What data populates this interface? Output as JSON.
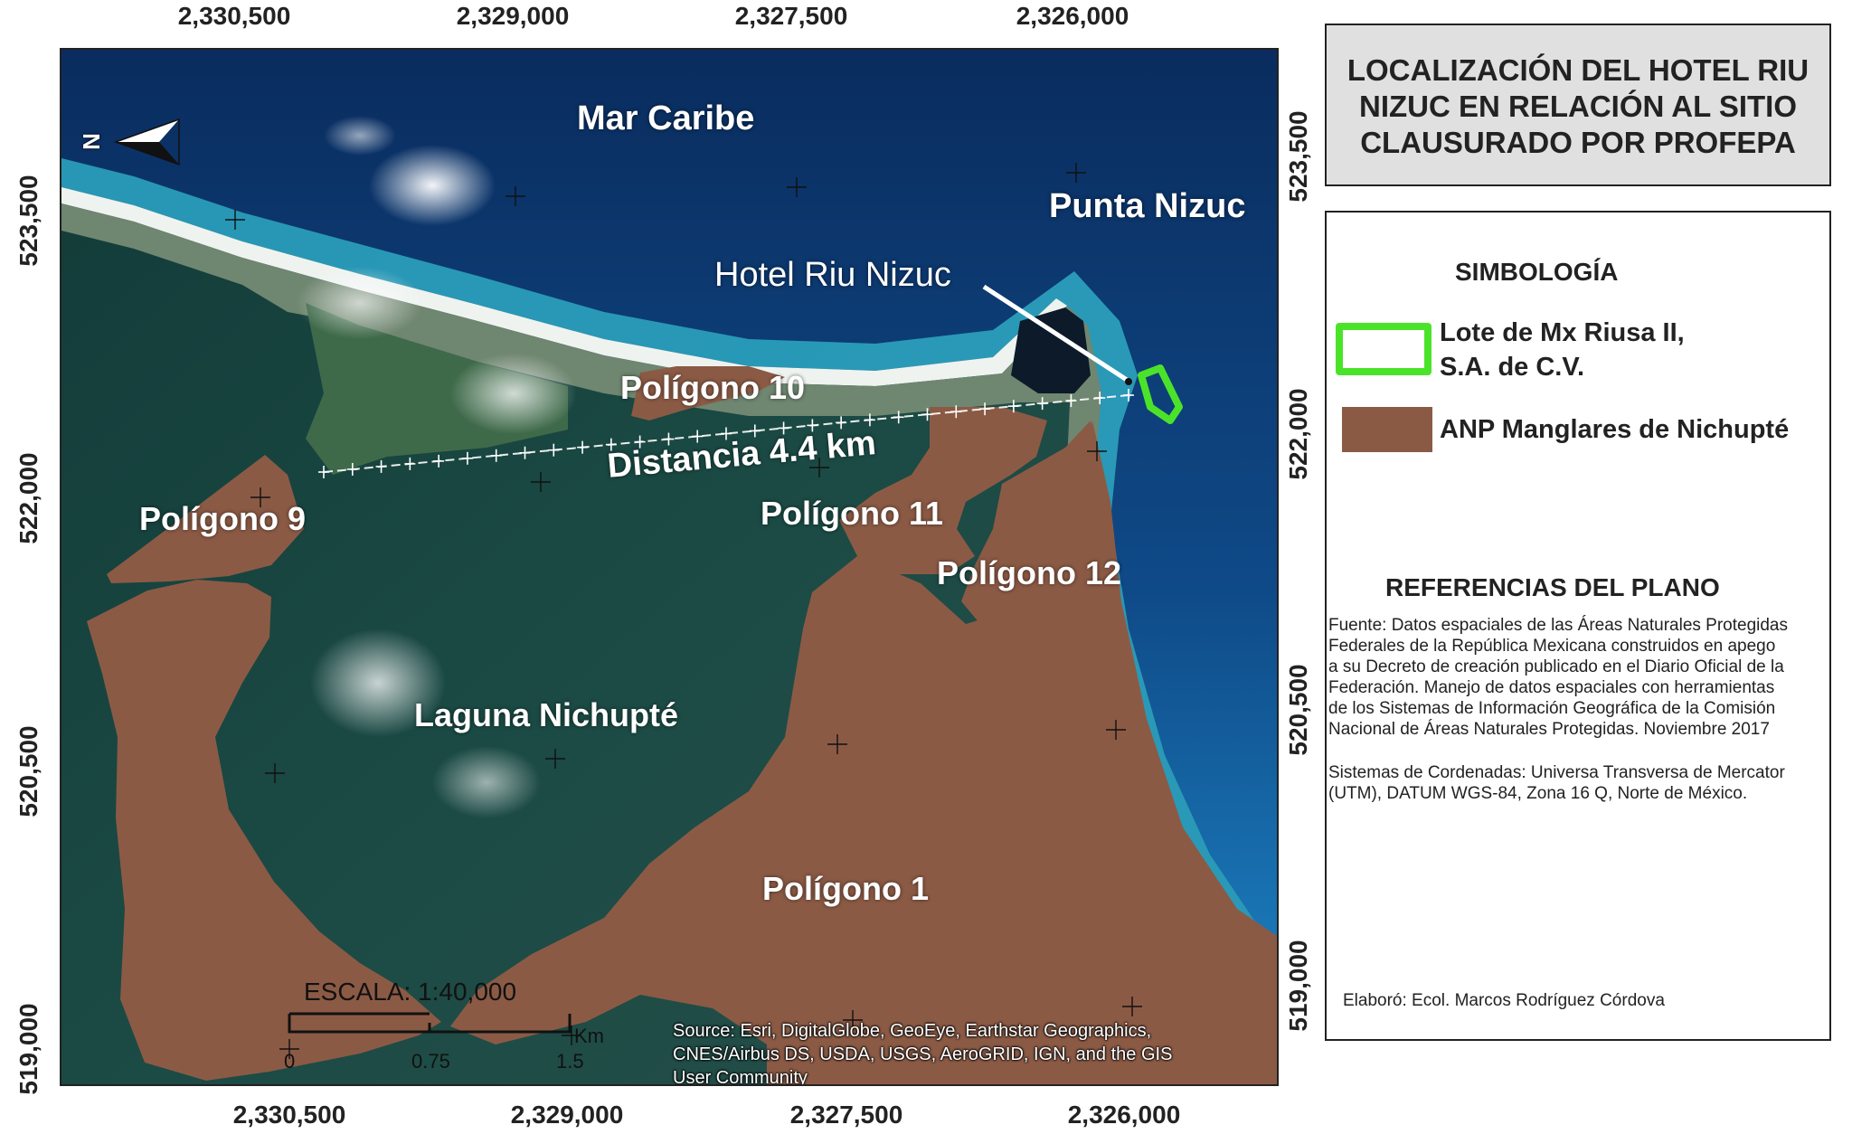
{
  "coords": {
    "top": [
      "2,330,500",
      "2,329,000",
      "2,327,500",
      "2,326,000"
    ],
    "bottom": [
      "2,330,500",
      "2,329,000",
      "2,327,500",
      "2,326,000"
    ],
    "left": [
      "523,500",
      "522,000",
      "520,500",
      "519,000"
    ],
    "right": [
      "523,500",
      "522,000",
      "520,500",
      "519,000"
    ]
  },
  "map": {
    "labels": {
      "mar_caribe": "Mar Caribe",
      "punta_nizuc": "Punta Nizuc",
      "hotel": "Hotel Riu Nizuc",
      "poligono_10": "Polígono 10",
      "distancia": "Distancia 4.4 km",
      "poligono_9": "Polígono 9",
      "poligono_11": "Polígono 11",
      "poligono_12": "Polígono 12",
      "laguna": "Laguna Nichupté",
      "poligono_1": "Polígono 1"
    },
    "north_symbol": "N",
    "scale": {
      "title": "ESCALA: 1:40,000",
      "ticks": [
        "0",
        "0.75",
        "1.5"
      ],
      "unit": "Km"
    },
    "attribution": [
      "Source: Esri, DigitalGlobe, GeoEye, Earthstar Geographics,",
      "CNES/Airbus DS, USDA, USGS, AeroGRID, IGN, and the GIS",
      "User Community"
    ]
  },
  "title": {
    "lines": [
      "LOCALIZACIÓN DEL HOTEL RIU",
      "NIZUC EN RELACIÓN AL SITIO",
      "CLAUSURADO POR PROFEPA"
    ]
  },
  "legend": {
    "heading": "SIMBOLOGÍA",
    "items": [
      {
        "lines": [
          "Lote de Mx Riusa II,",
          "S.A. de C.V."
        ],
        "color": "#4be32a"
      },
      {
        "lines": [
          "ANP Manglares de Nichupté"
        ],
        "color": "#8b5a45"
      }
    ]
  },
  "references": {
    "heading": "REFERENCIAS DEL PLANO",
    "fuente": [
      "Fuente: Datos espaciales de las Áreas Naturales Protegidas",
      "Federales de la República Mexicana construidos en apego",
      "a su Decreto de creación publicado en el Diario Oficial de la",
      "Federación. Manejo de datos espaciales con herramientas",
      "de los Sistemas de Información Geográfica de la Comisión",
      "Nacional de Áreas Naturales Protegidas. Noviembre 2017"
    ],
    "sistemas": [
      "Sistemas de Cordenadas: Universa Transversa de Mercator",
      "(UTM), DATUM WGS-84,  Zona 16 Q, Norte de México."
    ],
    "elaboro": "Elaboró: Ecol. Marcos Rodríguez Córdova"
  },
  "colors": {
    "anp": "#8b5a45",
    "lote": "#4be32a",
    "sea_deep": "#0a2e63",
    "sea_shallow": "#3bb6d6",
    "lagoon": "#163a3a",
    "title_bg": "#e0e0e0"
  }
}
